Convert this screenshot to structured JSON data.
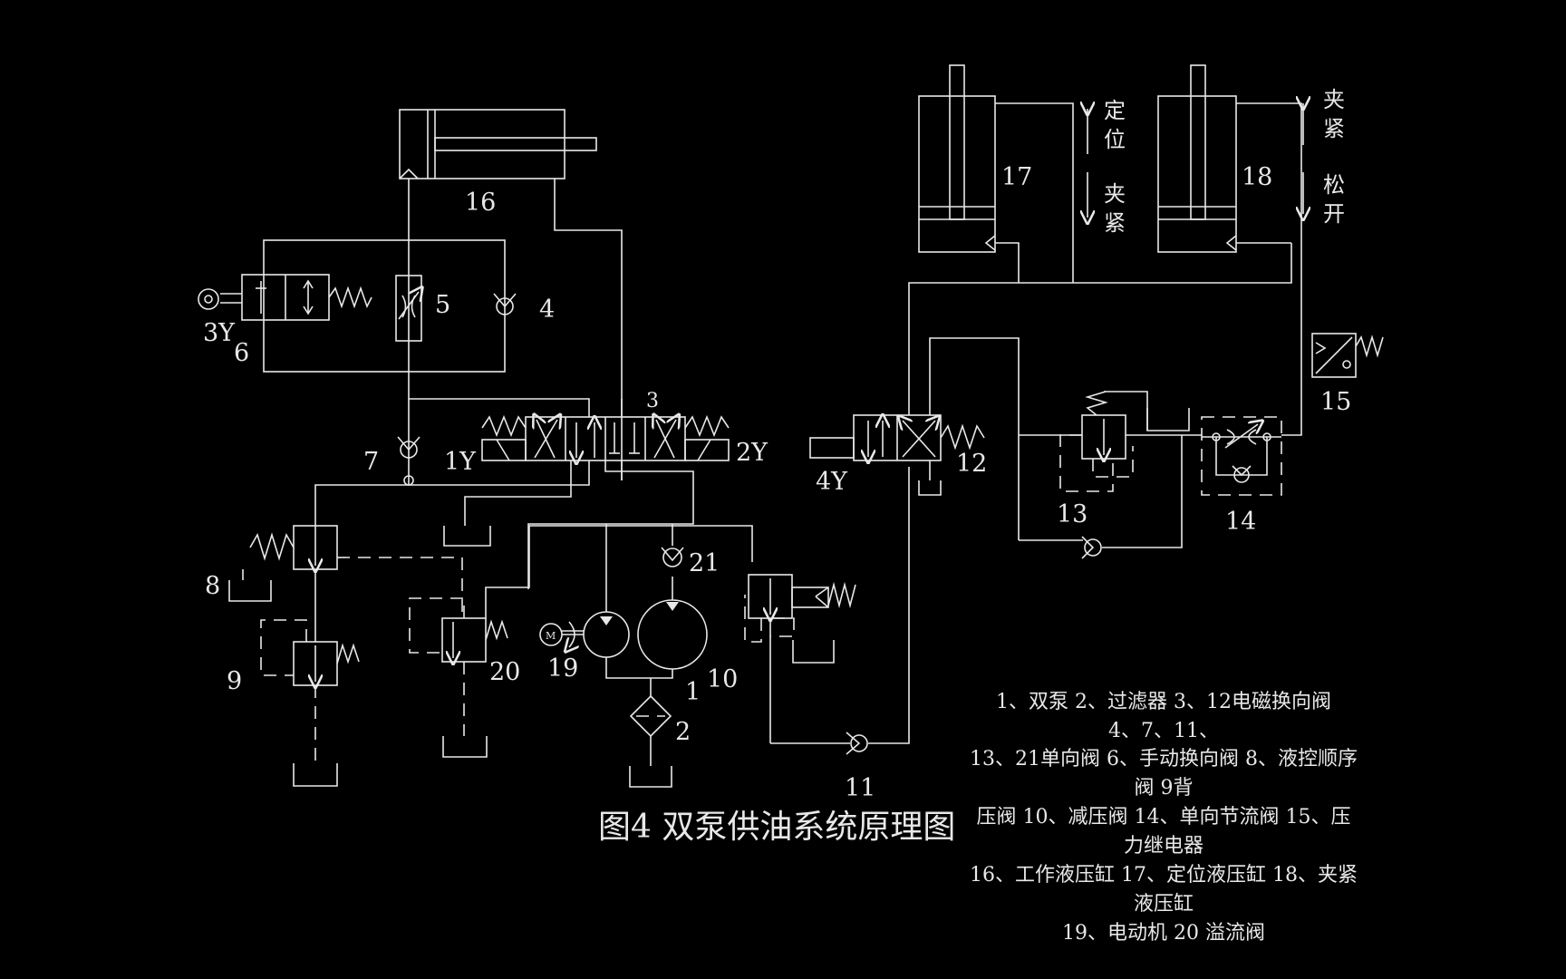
{
  "title": "图4 双泵供油系统原理图",
  "components": {
    "c1": "1",
    "c2": "2",
    "c3": "3",
    "c4": "4",
    "c5": "5",
    "c6": "6",
    "c7": "7",
    "c8": "8",
    "c9": "9",
    "c10": "10",
    "c11": "11",
    "c12": "12",
    "c13": "13",
    "c14": "14",
    "c15": "15",
    "c16": "16",
    "c17": "17",
    "c18": "18",
    "c19": "19",
    "c20": "20",
    "c21": "21"
  },
  "solenoids": {
    "y1": "1Y",
    "y2": "2Y",
    "y3": "3Y",
    "y4": "4Y"
  },
  "motor_symbol": "M",
  "actions": {
    "cyl17_top": [
      "定",
      "位"
    ],
    "cyl17_bottom": [
      "夹",
      "紧"
    ],
    "cyl18_top": [
      "夹",
      "紧"
    ],
    "cyl18_bottom": [
      "松",
      "开"
    ]
  },
  "legend_lines": [
    "1、双泵 2、过滤器 3、12电磁换向阀",
    "4、7、11、",
    "13、21单向阀 6、手动换向阀 8、液控顺序",
    "阀 9背",
    "压阀 10、减压阀 14、单向节流阀 15、压",
    "力继电器",
    "16、工作液压缸 17、定位液压缸 18、夹紧",
    "液压缸",
    "19、电动机 20 溢流阀"
  ]
}
